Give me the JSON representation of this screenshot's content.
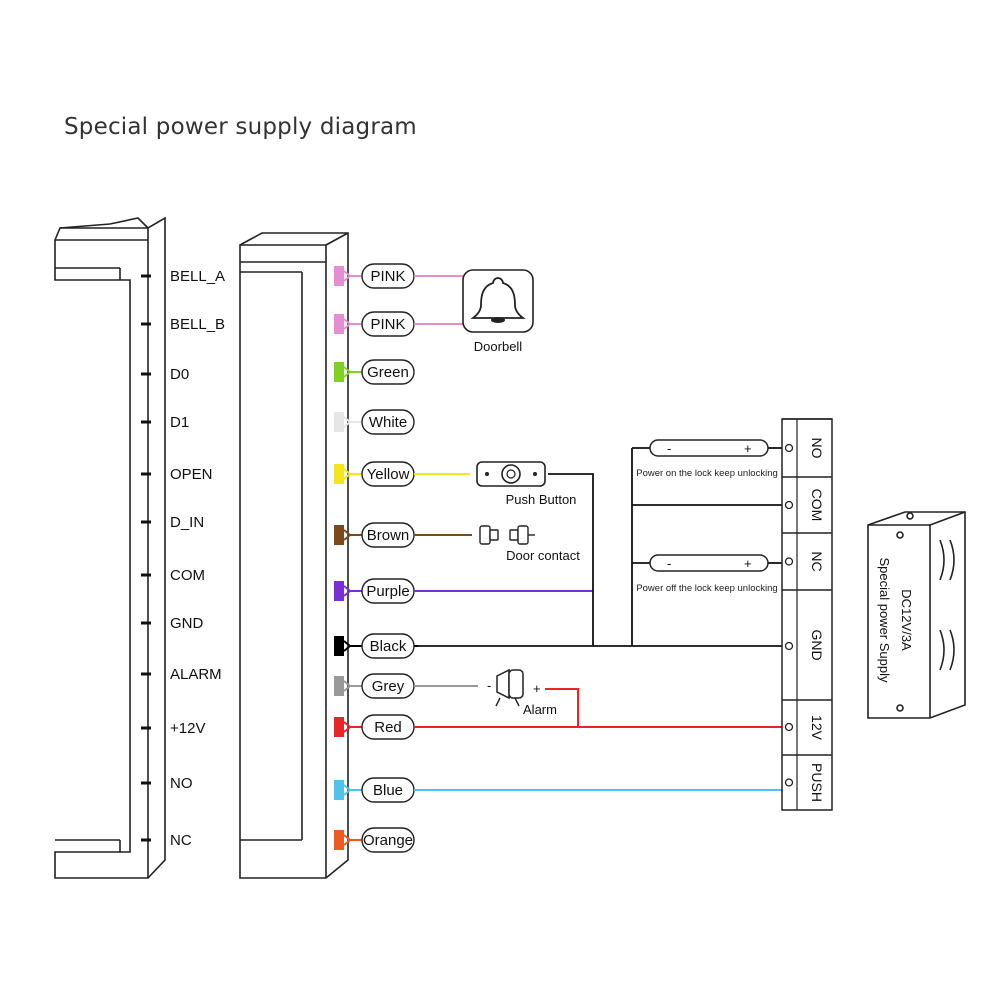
{
  "title": "Special power supply diagram",
  "pins": [
    {
      "label": "BELL_A"
    },
    {
      "label": "BELL_B"
    },
    {
      "label": "D0"
    },
    {
      "label": "D1"
    },
    {
      "label": "OPEN"
    },
    {
      "label": "D_IN"
    },
    {
      "label": "COM"
    },
    {
      "label": "GND"
    },
    {
      "label": "ALARM"
    },
    {
      "label": "+12V"
    },
    {
      "label": "NO"
    },
    {
      "label": "NC"
    }
  ],
  "wires": [
    {
      "label": "PINK",
      "color": "#e58fd0"
    },
    {
      "label": "PINK",
      "color": "#e58fd0"
    },
    {
      "label": "Green",
      "color": "#7ed321"
    },
    {
      "label": "White",
      "color": "#e6e6e6"
    },
    {
      "label": "Yellow",
      "color": "#f5e61b"
    },
    {
      "label": "Brown",
      "color": "#7a4a1e"
    },
    {
      "label": "Purple",
      "color": "#7a2fd6"
    },
    {
      "label": "Black",
      "color": "#000000"
    },
    {
      "label": "Grey",
      "color": "#999999"
    },
    {
      "label": "Red",
      "color": "#e8262a"
    },
    {
      "label": "Blue",
      "color": "#4fc3e8"
    },
    {
      "label": "Orange",
      "color": "#ef5a23"
    }
  ],
  "devices": {
    "doorbell": "Doorbell",
    "push_button": "Push Button",
    "door_contact": "Door contact",
    "alarm": "Alarm",
    "alarm_minus": "-",
    "alarm_plus": "+"
  },
  "lock_no": {
    "minus": "-",
    "plus": "+",
    "caption": "Power on the lock keep unlocking"
  },
  "lock_nc": {
    "minus": "-",
    "plus": "+",
    "caption": "Power off the lock keep unlocking"
  },
  "terminals": [
    "NO",
    "COM",
    "NC",
    "GND",
    "12V",
    "PUSH"
  ],
  "power_supply": {
    "line1": "DC12V/3A",
    "line2": "Special power Supply"
  }
}
